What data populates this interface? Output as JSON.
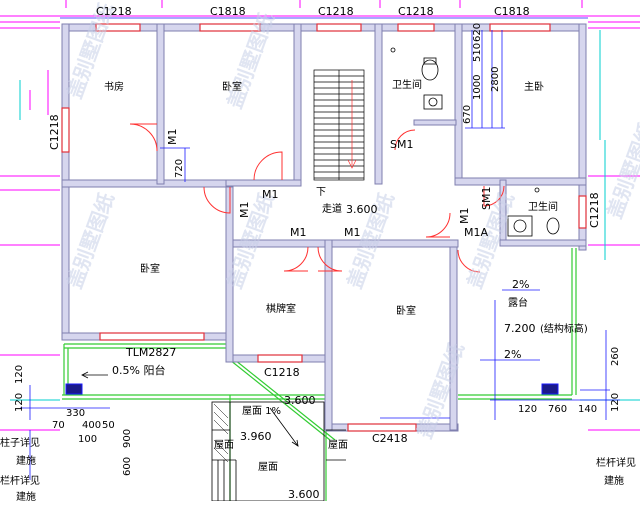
{
  "colors": {
    "wall": "#7f7faf",
    "wall_fill": "#d6d6ee",
    "window": "#e0303a",
    "door": "#ff3030",
    "dim": "#1a1aff",
    "green": "#33cc33",
    "cyan": "#00cfcf",
    "grid": "#ff00ff",
    "watermark": "#c8d0e8"
  },
  "watermark": "盖别墅图纸",
  "windows_top": [
    "C1218",
    "C1818",
    "C1218",
    "C1218",
    "C1818"
  ],
  "window_left": "C1218",
  "window_right": "C1218",
  "rooms": {
    "study": "书房",
    "bedroom_top": "卧室",
    "bath_top": "卫生间",
    "master": "主卧",
    "bedroom_left": "卧室",
    "chess": "棋牌室",
    "bedroom_mid": "卧室",
    "bath_right": "卫生间",
    "terrace": "露台"
  },
  "doors": {
    "m1": "M1",
    "sm1": "SM1",
    "m1a": "M1A"
  },
  "stair_down": "下",
  "corridor": "走道",
  "corridor_elev": "3.600",
  "dims_right_vertical": [
    "670",
    "1000",
    "510",
    "620",
    "2800"
  ],
  "dim_720": "720",
  "slope_terrace_1": "2%",
  "slope_terrace_2": "2%",
  "terrace_elev": "7.200",
  "terrace_note": "(结构标高)",
  "tlm": "TLM2827",
  "balcony": "0.5%  阳台",
  "c1218_bottom": "C1218",
  "c2418": "C2418",
  "roof_slope": "屋面 1%",
  "roof_elev_1": "3.600",
  "roof_elev_2": "3.960",
  "roof": "屋面",
  "roof_bottom": "屋面",
  "elev_bottom": "3.600",
  "left_dims": {
    "d120a": "120",
    "d120b": "120",
    "d330": "330",
    "d70": "70",
    "d400": "400",
    "d50": "50",
    "d100": "100",
    "d600": "600",
    "d900": "900"
  },
  "right_dims": {
    "d120": "120",
    "d760": "760",
    "d140": "140",
    "d260": "260",
    "d120b": "120"
  },
  "notes_left": [
    "柱子详见",
    "建施",
    "栏杆详见",
    "建施"
  ],
  "notes_right": [
    "栏杆详见",
    "建施"
  ]
}
